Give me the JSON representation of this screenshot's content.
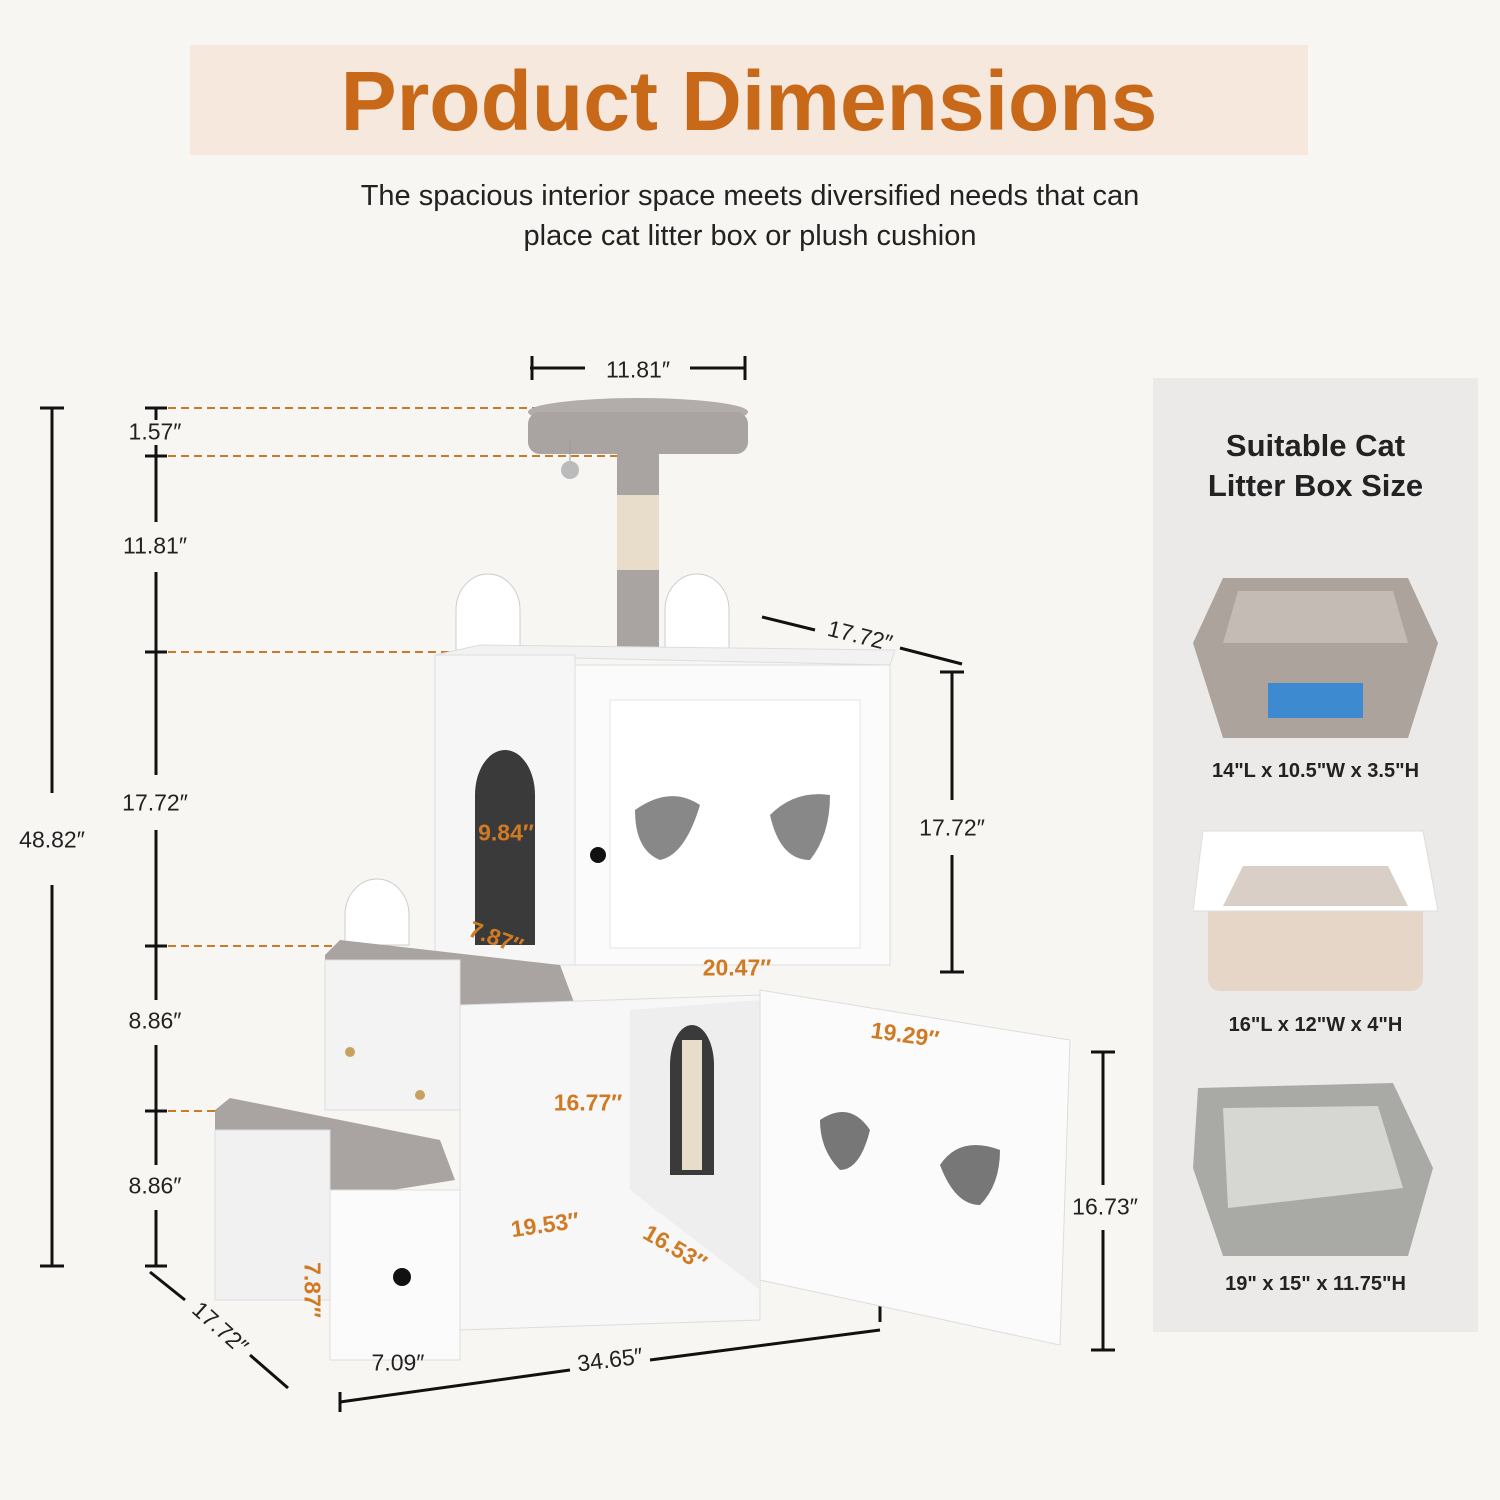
{
  "header": {
    "title": "Product Dimensions",
    "subtitle_line1": "The spacious interior space meets diversified needs that can",
    "subtitle_line2": "place cat litter box or plush cushion"
  },
  "dimensions": {
    "top_platform_width": "11.81″",
    "platform_thickness": "1.57″",
    "post_height": "11.81″",
    "upper_cabinet_height_left": "17.72″",
    "total_height": "48.82″",
    "step_height_1": "8.86″",
    "step_height_2": "8.86″",
    "upper_depth": "17.72″",
    "upper_height_right": "17.72″",
    "side_door_height": "9.84″",
    "side_door_width": "7.87″",
    "upper_width": "20.47″",
    "door_width": "19.29″",
    "interior_height": "16.77″",
    "interior_width": "19.53″",
    "interior_depth": "16.53″",
    "door_height": "16.73″",
    "drawer_height": "7.87″",
    "base_depth": "17.72″",
    "step_width": "7.09″",
    "total_width": "34.65″"
  },
  "litter_panel": {
    "title_line1": "Suitable Cat",
    "title_line2": "Litter Box Size",
    "boxes": [
      {
        "size": "14\"L x 10.5\"W x 3.5\"H"
      },
      {
        "size": "16\"L x 12\"W x 4\"H"
      },
      {
        "size": "19\" x 15\" x 11.75\"H"
      }
    ]
  },
  "colors": {
    "accent": "#c8691a",
    "banner": "#f6e8dc",
    "panel": "#ebeae8",
    "plush": "#a9a3a1"
  }
}
